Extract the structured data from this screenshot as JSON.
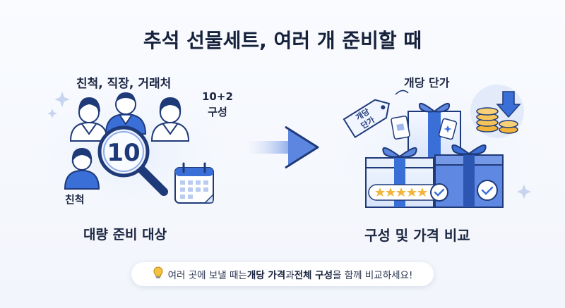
{
  "title": "추석 선물세트, 여러 개 준비할 때",
  "left": {
    "relations": "친척, 직장, 거래처",
    "count_line1": "10+2",
    "count_line2": "구성",
    "relatives": "친척",
    "magnifier_number": "10",
    "caption": "대량 준비 대상"
  },
  "right": {
    "unit_price": "개당 단가",
    "tag_line1": "개당",
    "tag_line2": "단가",
    "caption": "구성 및 가격 비교"
  },
  "tip": {
    "part1": "여러 곳에 보낼 때는 ",
    "bold1": "개당 가격",
    "part2": "과 ",
    "bold2": "전체 구성",
    "part3": "을 함께 비교하세요!"
  },
  "icons": [
    "person-icon",
    "magnifier-icon",
    "calendar-icon",
    "arrow-right-icon",
    "gift-box-icon",
    "price-tag-icon",
    "coin-stack-icon",
    "down-arrow-icon",
    "rating-stars-icon",
    "check-icon",
    "lightbulb-icon",
    "sparkle-icon"
  ],
  "colors": {
    "primary": "#3b6fd8",
    "navy": "#1f3a78",
    "light_blue": "#dbe6fb",
    "gold": "#f2b53a"
  }
}
